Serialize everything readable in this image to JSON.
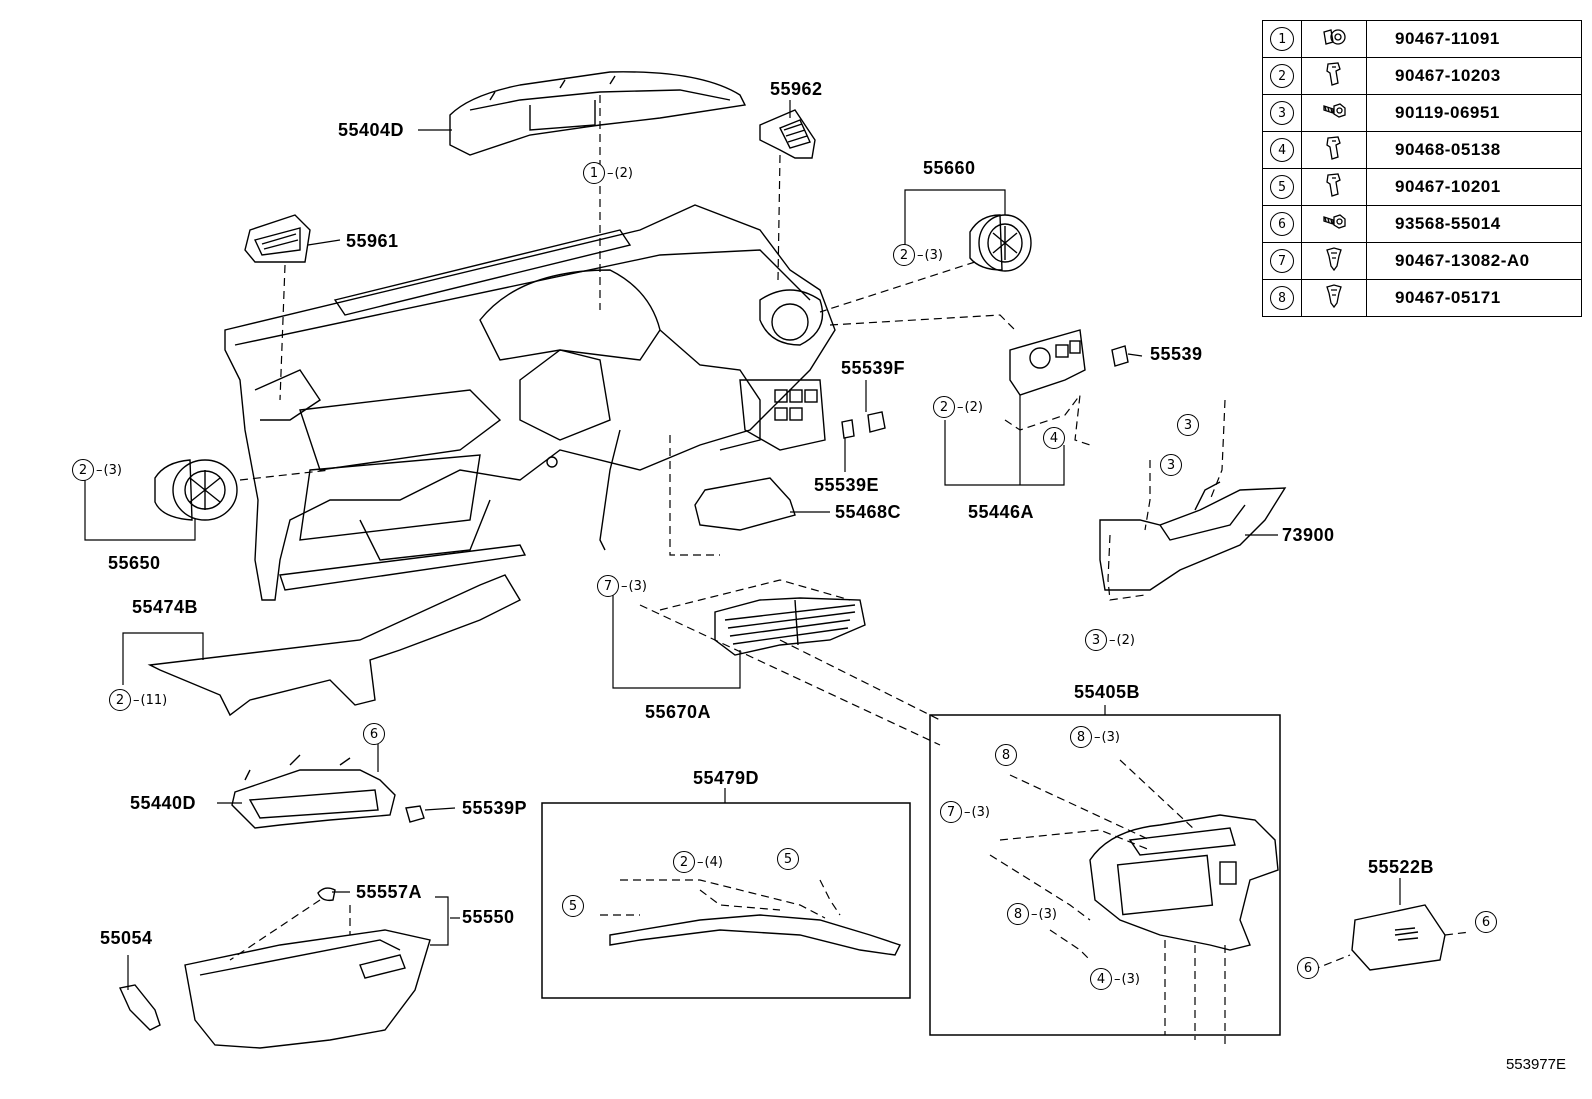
{
  "parts": {
    "p55404D": "55404D",
    "p55962": "55962",
    "p55660": "55660",
    "p55961": "55961",
    "p55539F": "55539F",
    "p55539": "55539",
    "p55539E": "55539E",
    "p55446A": "55446A",
    "p55468C": "55468C",
    "p73900": "73900",
    "p55650": "55650",
    "p55474B": "55474B",
    "p55670A": "55670A",
    "p55405B": "55405B",
    "p55479D": "55479D",
    "p55440D": "55440D",
    "p55539P": "55539P",
    "p55557A": "55557A",
    "p55550": "55550",
    "p55054": "55054",
    "p55522B": "55522B"
  },
  "callouts": [
    {
      "n": "1",
      "q": "(2)"
    },
    {
      "n": "2",
      "q": "(3)"
    },
    {
      "n": "2",
      "q": "(2)"
    },
    {
      "n": "4",
      "q": ""
    },
    {
      "n": "3",
      "q": ""
    },
    {
      "n": "3",
      "q": ""
    },
    {
      "n": "3",
      "q": "(2)"
    },
    {
      "n": "2",
      "q": "(3)"
    },
    {
      "n": "7",
      "q": "(3)"
    },
    {
      "n": "2",
      "q": "(11)"
    },
    {
      "n": "6",
      "q": ""
    },
    {
      "n": "8",
      "q": ""
    },
    {
      "n": "8",
      "q": "(3)"
    },
    {
      "n": "7",
      "q": "(3)"
    },
    {
      "n": "8",
      "q": "(3)"
    },
    {
      "n": "4",
      "q": "(3)"
    },
    {
      "n": "2",
      "q": "(4)"
    },
    {
      "n": "5",
      "q": ""
    },
    {
      "n": "5",
      "q": ""
    },
    {
      "n": "6",
      "q": ""
    },
    {
      "n": "6",
      "q": ""
    }
  ],
  "legend": [
    {
      "n": "1",
      "icon": "clip-grommet-icon",
      "part": "90467-11091"
    },
    {
      "n": "2",
      "icon": "clip-retainer-icon",
      "part": "90467-10203"
    },
    {
      "n": "3",
      "icon": "screw-bolt-icon",
      "part": "90119-06951"
    },
    {
      "n": "4",
      "icon": "clip-retainer-icon",
      "part": "90468-05138"
    },
    {
      "n": "5",
      "icon": "clip-retainer-icon",
      "part": "90467-10201"
    },
    {
      "n": "6",
      "icon": "screw-bolt-icon",
      "part": "93568-55014"
    },
    {
      "n": "7",
      "icon": "clip-push-icon",
      "part": "90467-13082-A0"
    },
    {
      "n": "8",
      "icon": "clip-push-icon",
      "part": "90467-05171"
    }
  ],
  "reference_code": "553977E"
}
